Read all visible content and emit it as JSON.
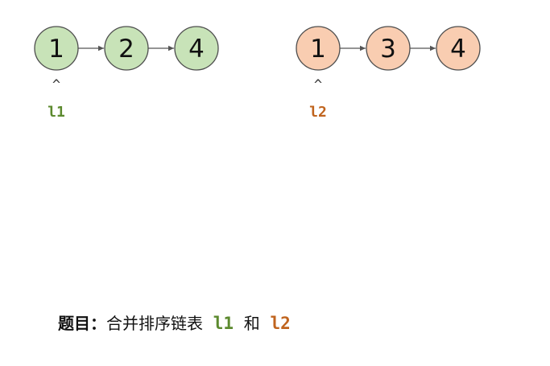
{
  "lists": [
    {
      "id": "l1",
      "values": [
        "1",
        "2",
        "4"
      ],
      "pointer_index": 0,
      "pointer_caret": "^",
      "pointer_label": "l1",
      "node_fill": "#c8e3b8",
      "label_color": "#5c8a2e"
    },
    {
      "id": "l2",
      "values": [
        "1",
        "3",
        "4"
      ],
      "pointer_index": 0,
      "pointer_caret": "^",
      "pointer_label": "l2",
      "node_fill": "#f9cdb1",
      "label_color": "#c0641e"
    }
  ],
  "caption": {
    "prefix": "题目：",
    "text": "合并排序链表",
    "list1": "l1",
    "conjunction": "和",
    "list2": "l2"
  },
  "colors": {
    "node_stroke": "#4d4d4d",
    "arrow": "#555555",
    "text": "#111111"
  }
}
